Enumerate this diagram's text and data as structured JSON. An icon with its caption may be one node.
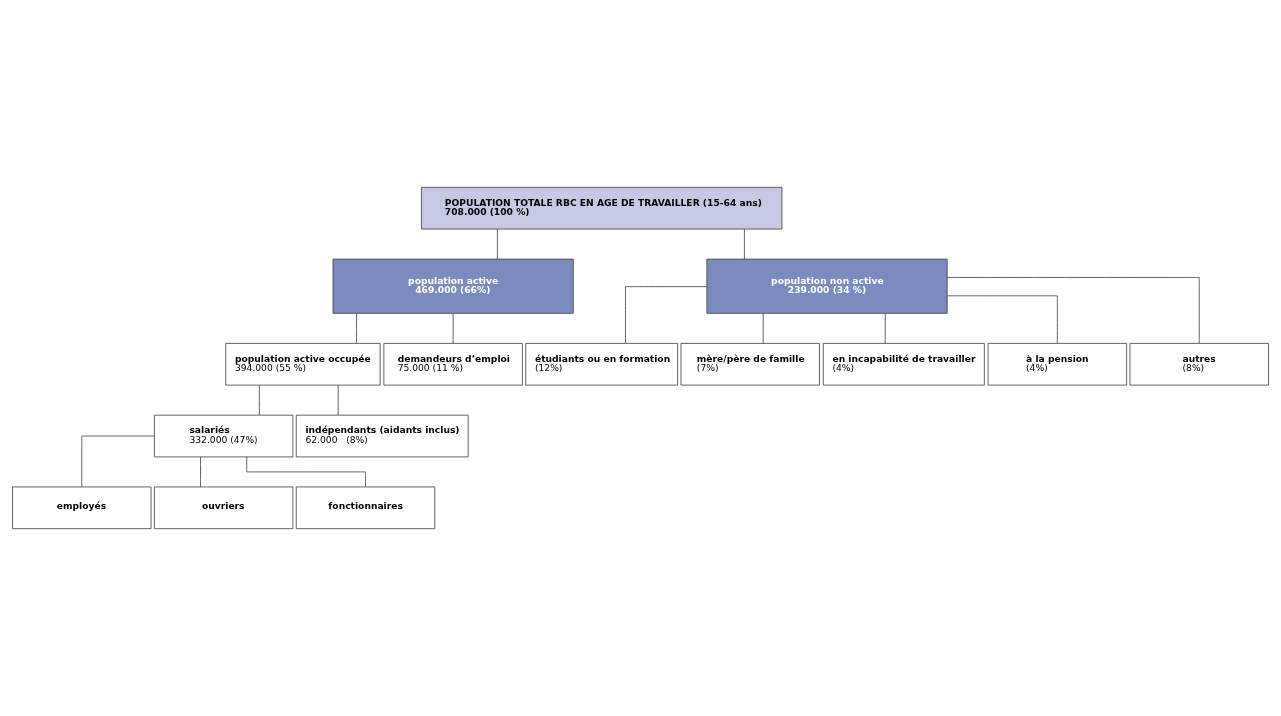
{
  "diagram": {
    "nodes": [
      {
        "text": [
          "POPULATION TOTALE RBC EN AGE DE TRAVAILLER (15-64 ans)",
          "708.000 (100 %)"
        ]
      },
      {
        "text": [
          "population active",
          "469.000 (66%)"
        ]
      },
      {
        "text": [
          "population non active",
          "239.000 (34 %)"
        ]
      },
      {
        "text": [
          "population active occupée",
          "394.000 (55 %)"
        ]
      },
      {
        "text": [
          "demandeurs d’emploi",
          "75.000 (11 %)"
        ]
      },
      {
        "text": [
          "salariés",
          "332.000 (47%)"
        ]
      },
      {
        "text": [
          "indépendants (aidants inclus)",
          "62.000   (8%)"
        ]
      },
      {
        "text": [
          "employés"
        ]
      },
      {
        "text": [
          "ouvriers"
        ]
      },
      {
        "text": [
          "fonctionnaires"
        ]
      },
      {
        "text": [
          "étudiants ou en formation",
          "(12%)"
        ]
      },
      {
        "text": [
          "mère/père de famille",
          "(7%)"
        ]
      },
      {
        "text": [
          "en incapabilité de travailler",
          "(4%)"
        ]
      },
      {
        "text": [
          "à la pension",
          "(4%)"
        ]
      },
      {
        "text": [
          "autres",
          "(8%)"
        ]
      }
    ],
    "edges": [
      {
        "from": 0,
        "to": 1,
        "arrow": "none"
      },
      {
        "from": 0,
        "to": 2,
        "arrow": "none"
      },
      {
        "from": 1,
        "to": 3,
        "arrow": "none"
      },
      {
        "from": 1,
        "to": 4,
        "arrow": "none"
      },
      {
        "from": 3,
        "to": 5,
        "arrow": "none"
      },
      {
        "from": 3,
        "to": 6,
        "arrow": "none"
      },
      {
        "from": 5,
        "to": 7,
        "arrow": "none"
      },
      {
        "from": 5,
        "to": 8,
        "arrow": "none"
      },
      {
        "from": 5,
        "to": 9,
        "arrow": "none"
      },
      {
        "from": 2,
        "to": 10,
        "arrow": "none"
      },
      {
        "from": 2,
        "to": 11,
        "arrow": "none"
      },
      {
        "from": 2,
        "to": 12,
        "arrow": "none"
      },
      {
        "from": 2,
        "to": 13,
        "arrow": "none"
      },
      {
        "from": 2,
        "to": 14,
        "arrow": "none"
      }
    ]
  }
}
